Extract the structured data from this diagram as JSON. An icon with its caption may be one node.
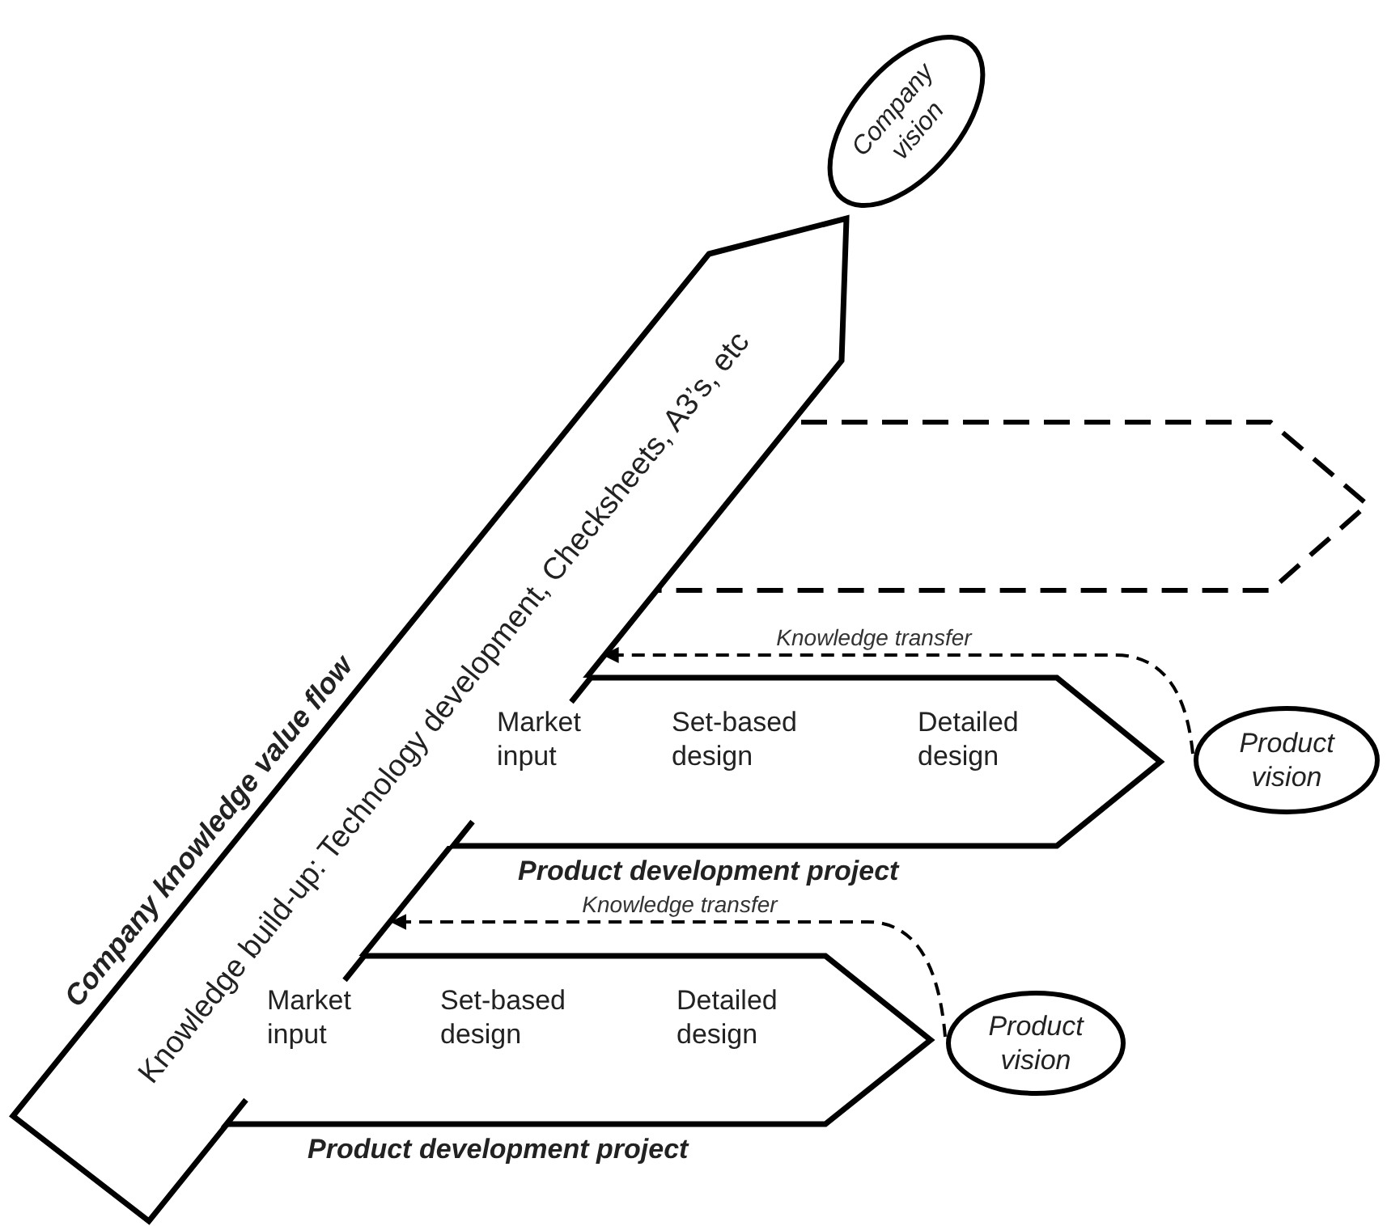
{
  "diagram": {
    "nodes": [
      {
        "text": [
          "Company knowledge value flow",
          "Knowledge build-up: Technology development, Checksheets, A3’s, etc"
        ]
      },
      {
        "text": [
          "Company vision"
        ]
      },
      {
        "text": [],
        "shape": "chevron"
      },
      {
        "text": [
          "Market input",
          "Set-based design",
          "Detailed design"
        ],
        "beside": [
          "Product development project"
        ]
      },
      {
        "text": [
          "Product vision"
        ]
      },
      {
        "text": [
          "Market input",
          "Set-based design",
          "Detailed design"
        ],
        "beside": [
          "Product development project"
        ]
      },
      {
        "text": [
          "Product vision"
        ]
      }
    ],
    "edges": [
      {
        "from": 4,
        "to": 0,
        "arrow": "to",
        "label": "Knowledge transfer",
        "style": "dashed"
      },
      {
        "from": 6,
        "to": 0,
        "arrow": "to",
        "label": "Knowledge transfer",
        "style": "dashed"
      }
    ]
  }
}
